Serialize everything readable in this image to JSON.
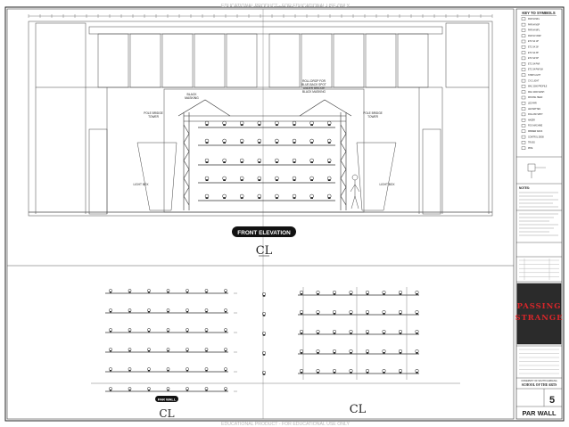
{
  "watermark_top": "EDUCATIONAL PRODUCT - FOR EDUCATIONAL USE ONLY",
  "watermark_bottom": "EDUCATIONAL PRODUCT - FOR EDUCATIONAL USE ONLY",
  "elevation": {
    "label": "FRONT ELEVATION",
    "annotations": {
      "black_masking": "BLACK\nMASKING",
      "roll_drop": "ROLL DROP FOR\nBLUE-BACK SPOT\nUNDER BRIDGE\nBLACK MASKING",
      "pole_bridge_left": "POLE BRIDGE\nTOWER",
      "pole_bridge_right": "POLE BRIDGE\nTOWER",
      "light_box_left": "LIGHT BOX",
      "light_box_right": "LIGHT BOX"
    }
  },
  "centerline_symbol": "CL",
  "par_wall_label": "PAR WALL",
  "title_block": {
    "key_title": "KEY TO SYMBOLS",
    "key_items": [
      "PAR 64 MFL",
      "PAR 64 NSP",
      "PAR 64 WFL",
      "PAR 64 VNSP",
      "ETC S4 19°",
      "ETC S4 26°",
      "ETC S4 36°",
      "ETC S4 50°",
      "ETC S4 PAR",
      "ETC S4 PAR EA",
      "STRIP LIGHT",
      "CYC LIGHT",
      "MAC 2000 PROFILE",
      "MAC 2000 WASH",
      "MOVING HEAD",
      "LED PAR",
      "LED BATTEN",
      "FOLLOW SPOT",
      "HAZER",
      "FOG MACHINE",
      "DIMMER RACK",
      "CONTROL DESK",
      "TRUSS",
      "PIPE"
    ],
    "notes_heading": "NOTES:",
    "school_line": "SCHOOL OF THE ARTS",
    "university_line": "UNIVERSITY OF SOUTH CAROLINA",
    "show_title_line1": "PASSING",
    "show_title_line2": "STRANGE",
    "sheet_number": "5",
    "sheet_title": "PAR WALL"
  },
  "colors": {
    "line": "#333333",
    "poster_bg": "#2b2b2b",
    "poster_text": "#d8262a",
    "pill_bg": "#111111"
  }
}
